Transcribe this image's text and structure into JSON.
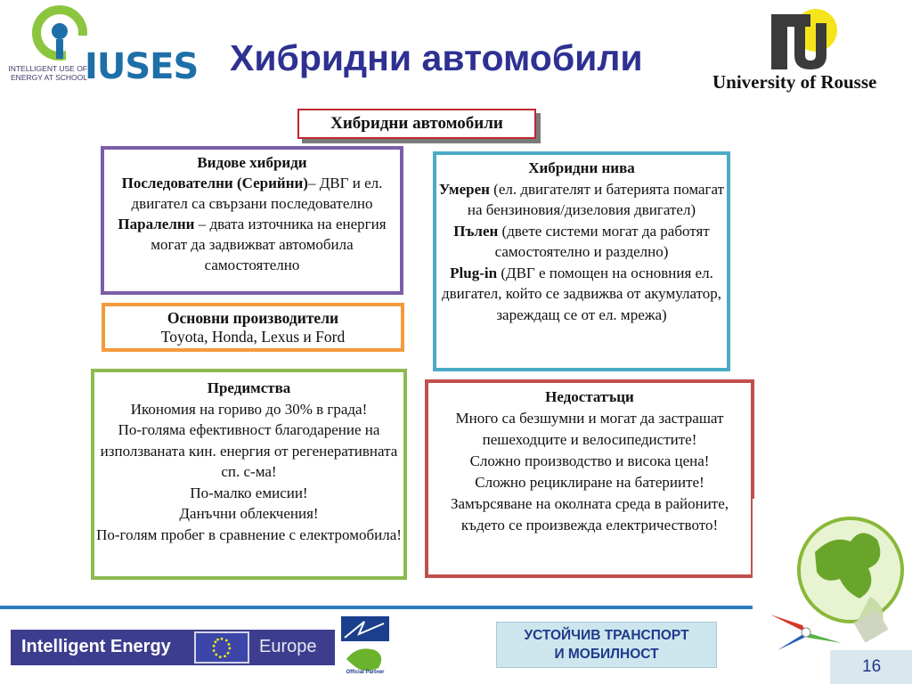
{
  "header": {
    "logo_word": "IUSES",
    "logo_tagline": "INTELLIGENT USE OF ENERGY AT SCHOOL",
    "title": "Хибридни автомобили",
    "university": "University of Rousse"
  },
  "center_label": "Хибридни автомобили",
  "types_box": {
    "heading": "Видове хибриди",
    "serial_term": "Последователни (Серийни)",
    "serial_text": "– ДВГ и ел. двигател са свързани последователно",
    "parallel_term": "Паралелни",
    "parallel_text": " – двата източника на енергия могат да задвижват автомобила самостоятелно"
  },
  "manufacturers_box": {
    "heading": "Основни производители",
    "text": "Toyota, Honda, Lexus и Ford"
  },
  "levels_box": {
    "heading": "Хибридни нива",
    "mild_term": "Умерен",
    "mild_text": " (ел. двигателят и батерията помагат на бензиновия/дизеловия двигател)",
    "full_term": "Пълен",
    "full_text": " (двете системи могат да работят самостоятелно и разделно)",
    "plugin_term": "Plug-in",
    "plugin_text": " (ДВГ е помощен на основния ел. двигател, който се задвижва от акумулатор, зареждащ се от ел. мрежа)"
  },
  "advantages_box": {
    "heading": "Предимства",
    "items": [
      "Икономия на гориво до 30% в града!",
      "По-голяма ефективност благодарение на използваната кин. енергия от регенеративната сп. с-ма!",
      "По-малко емисии!",
      "Данъчни облекчения!",
      "По-голям пробег в сравнение с електромобила!"
    ]
  },
  "disadvantages_box": {
    "heading": "Недостатъци",
    "items": [
      "Много са безшумни и могат да застрашат пешеходците и велосипедистите!",
      "Сложно производство и висока цена!",
      "Сложно рециклиране на батериите!",
      "Замърсяване на околната среда в районите, където се произвежда електричеството!"
    ]
  },
  "footer": {
    "ie_left": "Intelligent Energy",
    "ie_right": "Europe",
    "partner_label": "Official Partner",
    "banner_line1": "УСТОЙЧИВ ТРАНСПОРТ",
    "banner_line2": "И МОБИЛНОСТ",
    "page_number": "16"
  },
  "colors": {
    "title": "#2e3192",
    "types_border": "#7b5ea7",
    "manufacturers_border": "#f39b3a",
    "levels_border": "#4aabc6",
    "advantages_border": "#8dbb4f",
    "disadvantages_border": "#c0504d",
    "center_label_border": "#c0272d"
  }
}
